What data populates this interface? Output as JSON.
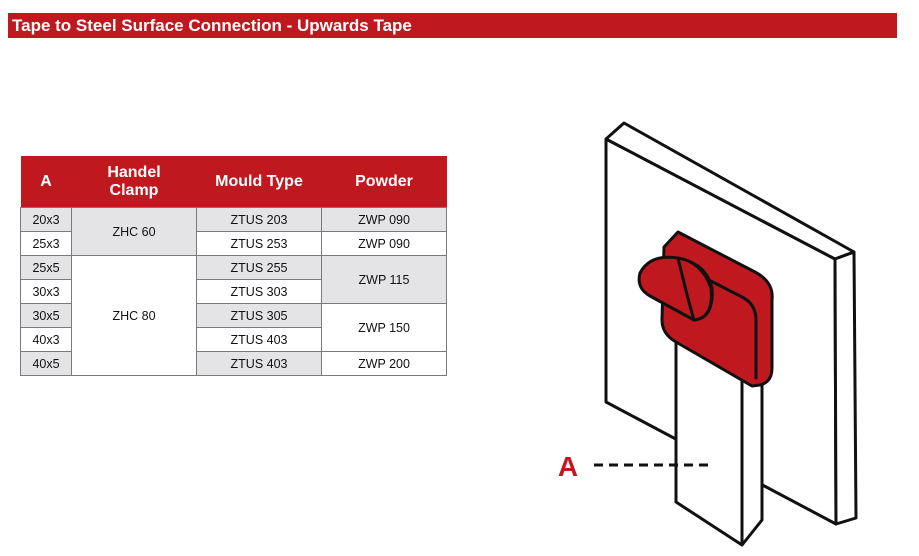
{
  "title": "Tape to Steel Surface Connection - Upwards Tape",
  "table": {
    "headers": {
      "a": "A",
      "clamp_line1": "Handel",
      "clamp_line2": "Clamp",
      "mould": "Mould Type",
      "powder": "Powder"
    },
    "rows": [
      {
        "a": "20x3",
        "clamp": "ZHC 60",
        "mould": "ZTUS 203",
        "powder": "ZWP 090"
      },
      {
        "a": "25x3",
        "clamp": "ZHC 60",
        "mould": "ZTUS 253",
        "powder": "ZWP 090"
      },
      {
        "a": "25x5",
        "clamp": "ZHC 80",
        "mould": "ZTUS 255",
        "powder": "ZWP 115"
      },
      {
        "a": "30x3",
        "clamp": "ZHC 80",
        "mould": "ZTUS 303",
        "powder": "ZWP 115"
      },
      {
        "a": "30x5",
        "clamp": "ZHC 80",
        "mould": "ZTUS 305",
        "powder": "ZWP 150"
      },
      {
        "a": "40x3",
        "clamp": "ZHC 80",
        "mould": "ZTUS 403",
        "powder": "ZWP 150"
      },
      {
        "a": "40x5",
        "clamp": "ZHC 80",
        "mould": "ZTUS 403",
        "powder": "ZWP 200"
      }
    ]
  },
  "diagram": {
    "dimension_label": "A",
    "accent_color": "#c0181f",
    "icon": "mould-on-steel-plate-illustration"
  }
}
